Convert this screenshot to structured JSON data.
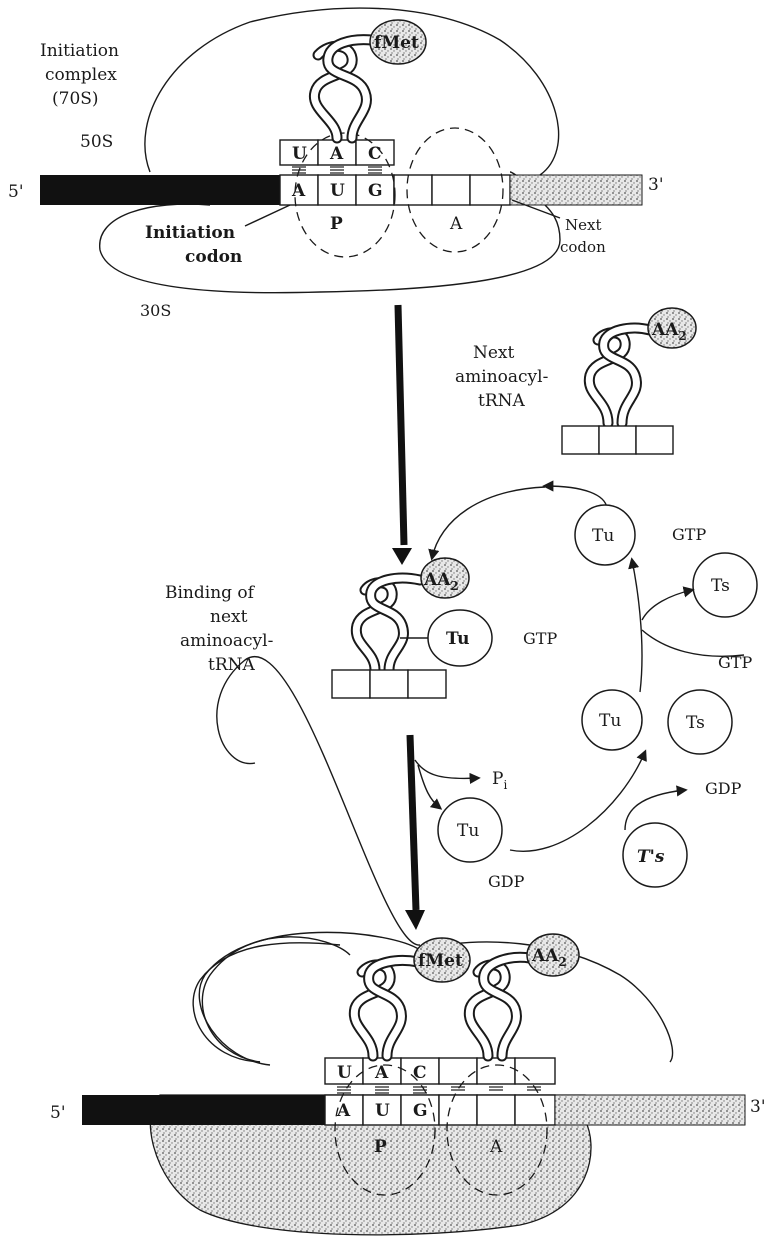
{
  "labels": {
    "initiation_complex": [
      "Initiation",
      "complex",
      "(70S)"
    ],
    "subunit_50s": "50S",
    "subunit_30s": "30S",
    "five_prime": "5'",
    "three_prime": "3'",
    "initiation_codon": [
      "Initiation",
      "codon"
    ],
    "next_codon": [
      "Next",
      "codon"
    ],
    "p_site": "P",
    "a_site": "A",
    "next_aminoacyl_trna": [
      "Next",
      "aminoacyl-",
      "tRNA"
    ],
    "binding_of_next": [
      "Binding of",
      "next",
      "aminoacyl-",
      "tRNA"
    ]
  },
  "codons": {
    "anticodon": [
      "U",
      "A",
      "C"
    ],
    "codon": [
      "A",
      "U",
      "G"
    ]
  },
  "amino_acids": {
    "fmet": "fMet",
    "aa2": "AA",
    "aa2_sub": "2"
  },
  "factors": {
    "tu": "Tu",
    "ts": "Ts",
    "ts_handwritten": "T's",
    "gtp": "GTP",
    "gdp": "GDP",
    "pi": "P",
    "pi_sub": "i"
  },
  "colors": {
    "ink": "#1a1a1a",
    "mrna_dark": "#111111",
    "paper": "#ffffff"
  }
}
